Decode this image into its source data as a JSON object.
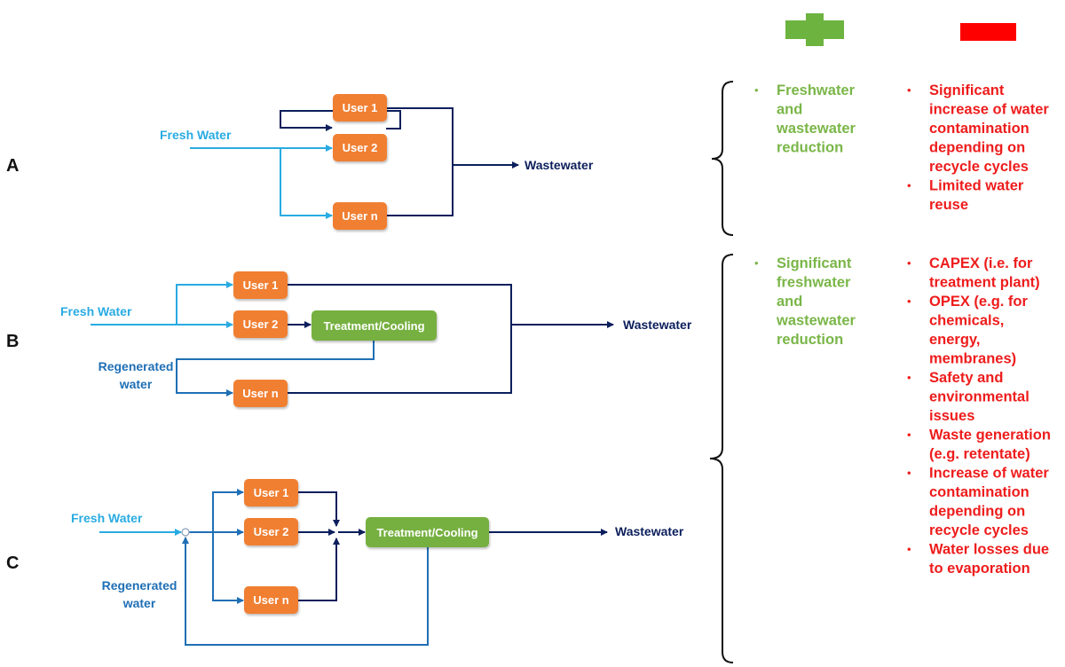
{
  "rows": {
    "A": {
      "letter": "A",
      "fresh_label": "Fresh Water",
      "users": [
        "User 1",
        "User 2",
        "User n"
      ],
      "waste_label": "Wastewater"
    },
    "B": {
      "letter": "B",
      "fresh_label": "Fresh Water",
      "users": [
        "User 1",
        "User 2",
        "User n"
      ],
      "treatment_label": "Treatment/Cooling",
      "regen_label_1": "Regenerated",
      "regen_label_2": "water",
      "waste_label": "Wastewater"
    },
    "C": {
      "letter": "C",
      "fresh_label": "Fresh Water",
      "users": [
        "User 1",
        "User 2",
        "User n"
      ],
      "treatment_label": "Treatment/Cooling",
      "regen_label_1": "Regenerated",
      "regen_label_2": "water",
      "waste_label": "Wastewater"
    }
  },
  "pros": {
    "A": [
      [
        "Freshwater",
        "and",
        "wastewater",
        "reduction"
      ]
    ],
    "BC": [
      [
        "Significant",
        "freshwater",
        "and",
        "wastewater",
        "reduction"
      ]
    ]
  },
  "cons": {
    "A": [
      [
        "Significant",
        "increase of water",
        "contamination",
        "depending on",
        "recycle cycles"
      ],
      [
        "Limited water",
        "reuse"
      ]
    ],
    "BC": [
      [
        "CAPEX (i.e. for",
        "treatment plant)"
      ],
      [
        "OPEX (e.g. for",
        "chemicals,",
        "energy,",
        "membranes)"
      ],
      [
        "Safety and",
        "environmental",
        "issues"
      ],
      [
        "Waste generation",
        "(e.g. retentate)"
      ],
      [
        "Increase of water",
        "contamination",
        "depending on",
        "recycle cycles"
      ],
      [
        "Water losses due",
        "to evaporation"
      ]
    ]
  },
  "bullet_char": "•",
  "colors": {
    "user_box": "#f07f32",
    "treatment_box": "#76b041",
    "fresh_line": "#29abe2",
    "regen_line": "#1f6fb5",
    "waste_line": "#0c1f5c",
    "pro_text": "#7ab648",
    "con_text": "#ee1c1c"
  },
  "icons": {
    "plus": "plus-icon",
    "minus": "minus-icon"
  }
}
